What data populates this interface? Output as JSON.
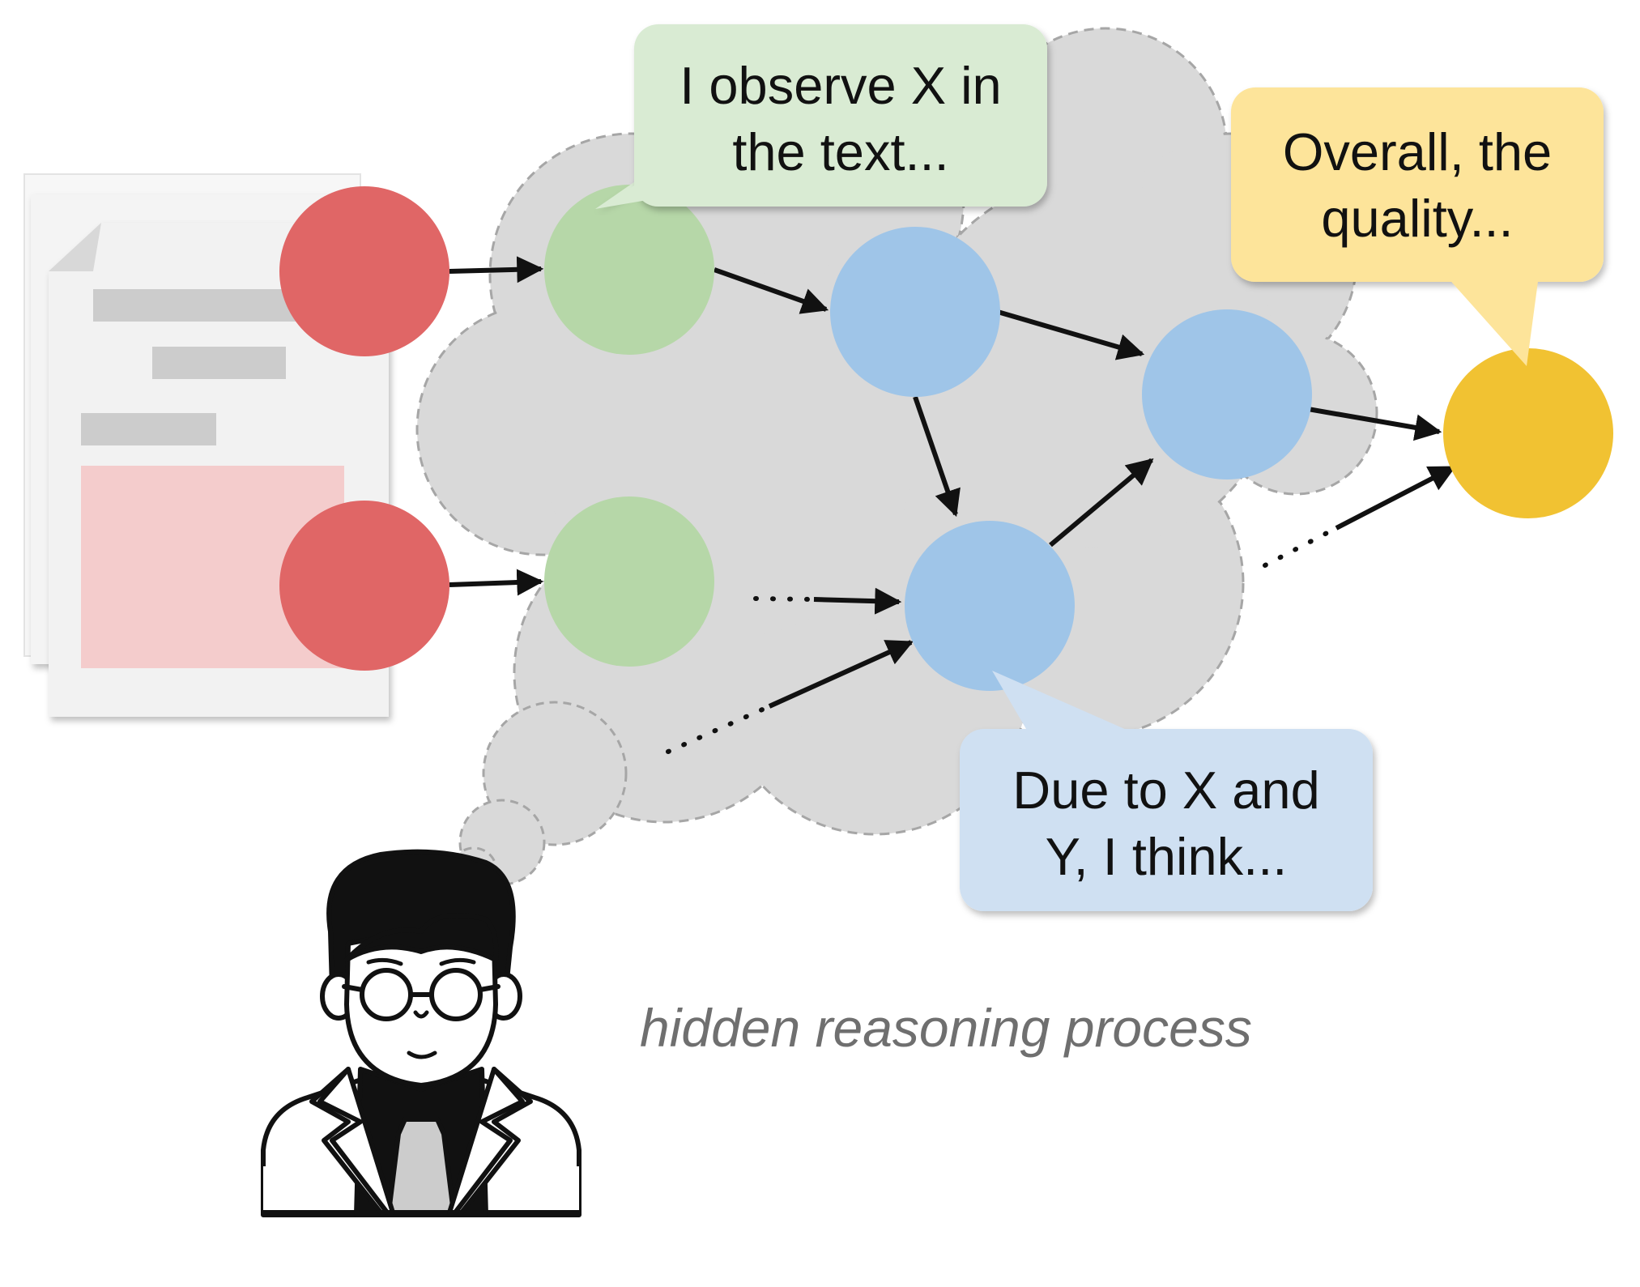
{
  "bubbles": {
    "observe": {
      "line1": "I observe X in",
      "line2": "the text...",
      "color": "#d9ebd3"
    },
    "overall": {
      "line1": "Overall, the",
      "line2": "quality...",
      "color": "#fde49a"
    },
    "due": {
      "line1": "Due to X and",
      "line2": "Y, I think...",
      "color": "#cfe0f2"
    }
  },
  "caption": {
    "text": "hidden reasoning process"
  },
  "colors": {
    "input_node": "#e06666",
    "observation_node": "#b6d7a8",
    "reasoning_node": "#9fc5e8",
    "output_node": "#f1c232",
    "thought_cloud": "#d9d9d9",
    "document": "#f2f2f2",
    "document_highlight": "#f4cccc"
  },
  "icons": {
    "document": "document-stack-icon",
    "person": "scientist-person-icon"
  }
}
